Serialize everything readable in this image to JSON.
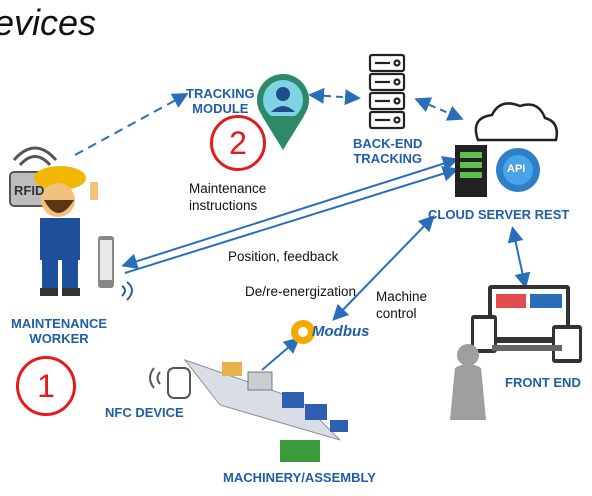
{
  "title": "evices",
  "nodes": {
    "tracking_module": [
      "TRACKING",
      "MODULE"
    ],
    "backend_tracking": [
      "BACK-END",
      "TRACKING"
    ],
    "cloud_server": "CLOUD SERVER REST",
    "maintenance_worker": [
      "MAINTENANCE",
      "WORKER"
    ],
    "front_end": "FRONT END",
    "nfc_device": "NFC DEVICE",
    "machinery": "MACHINERY/ASSEMBLY",
    "rfid": "RFID",
    "api": "API",
    "modbus": "Modbus"
  },
  "edge_labels": {
    "instructions": [
      "Maintenance",
      "instructions"
    ],
    "position": "Position, feedback",
    "deenergization": "De/re-energization",
    "machine_control": [
      "Machine",
      "control"
    ]
  },
  "markers": {
    "one": "1",
    "two": "2"
  },
  "colors": {
    "label_blue": "#1f5fa8",
    "arrow_blue": "#2a6ebb",
    "marker_red": "#e21b1b"
  }
}
